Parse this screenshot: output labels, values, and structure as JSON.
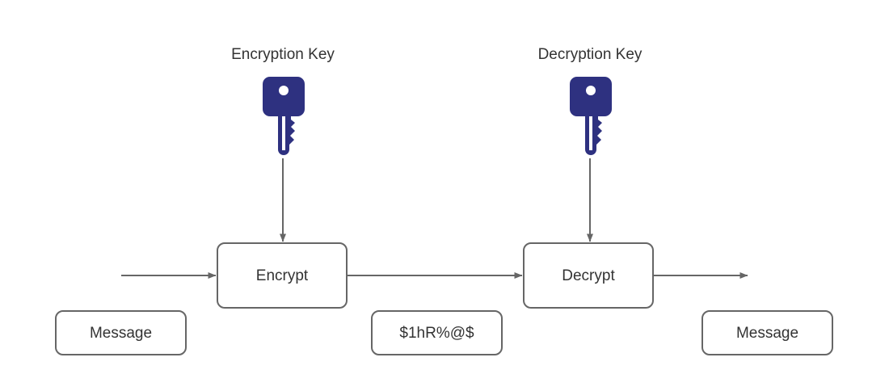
{
  "diagram": {
    "title_labels": {
      "encryption_key": "Encryption Key",
      "decryption_key": "Decryption Key"
    },
    "nodes": {
      "encrypt": "Encrypt",
      "decrypt": "Decrypt",
      "message_in": "Message",
      "ciphertext": "$1hR%@$",
      "message_out": "Message"
    },
    "icons": {
      "encryption_key": "key-icon",
      "decryption_key": "key-icon"
    },
    "colors": {
      "key_blue": "#2e3180",
      "stroke_gray": "#666666",
      "text_gray": "#333333",
      "background": "#ffffff"
    }
  }
}
